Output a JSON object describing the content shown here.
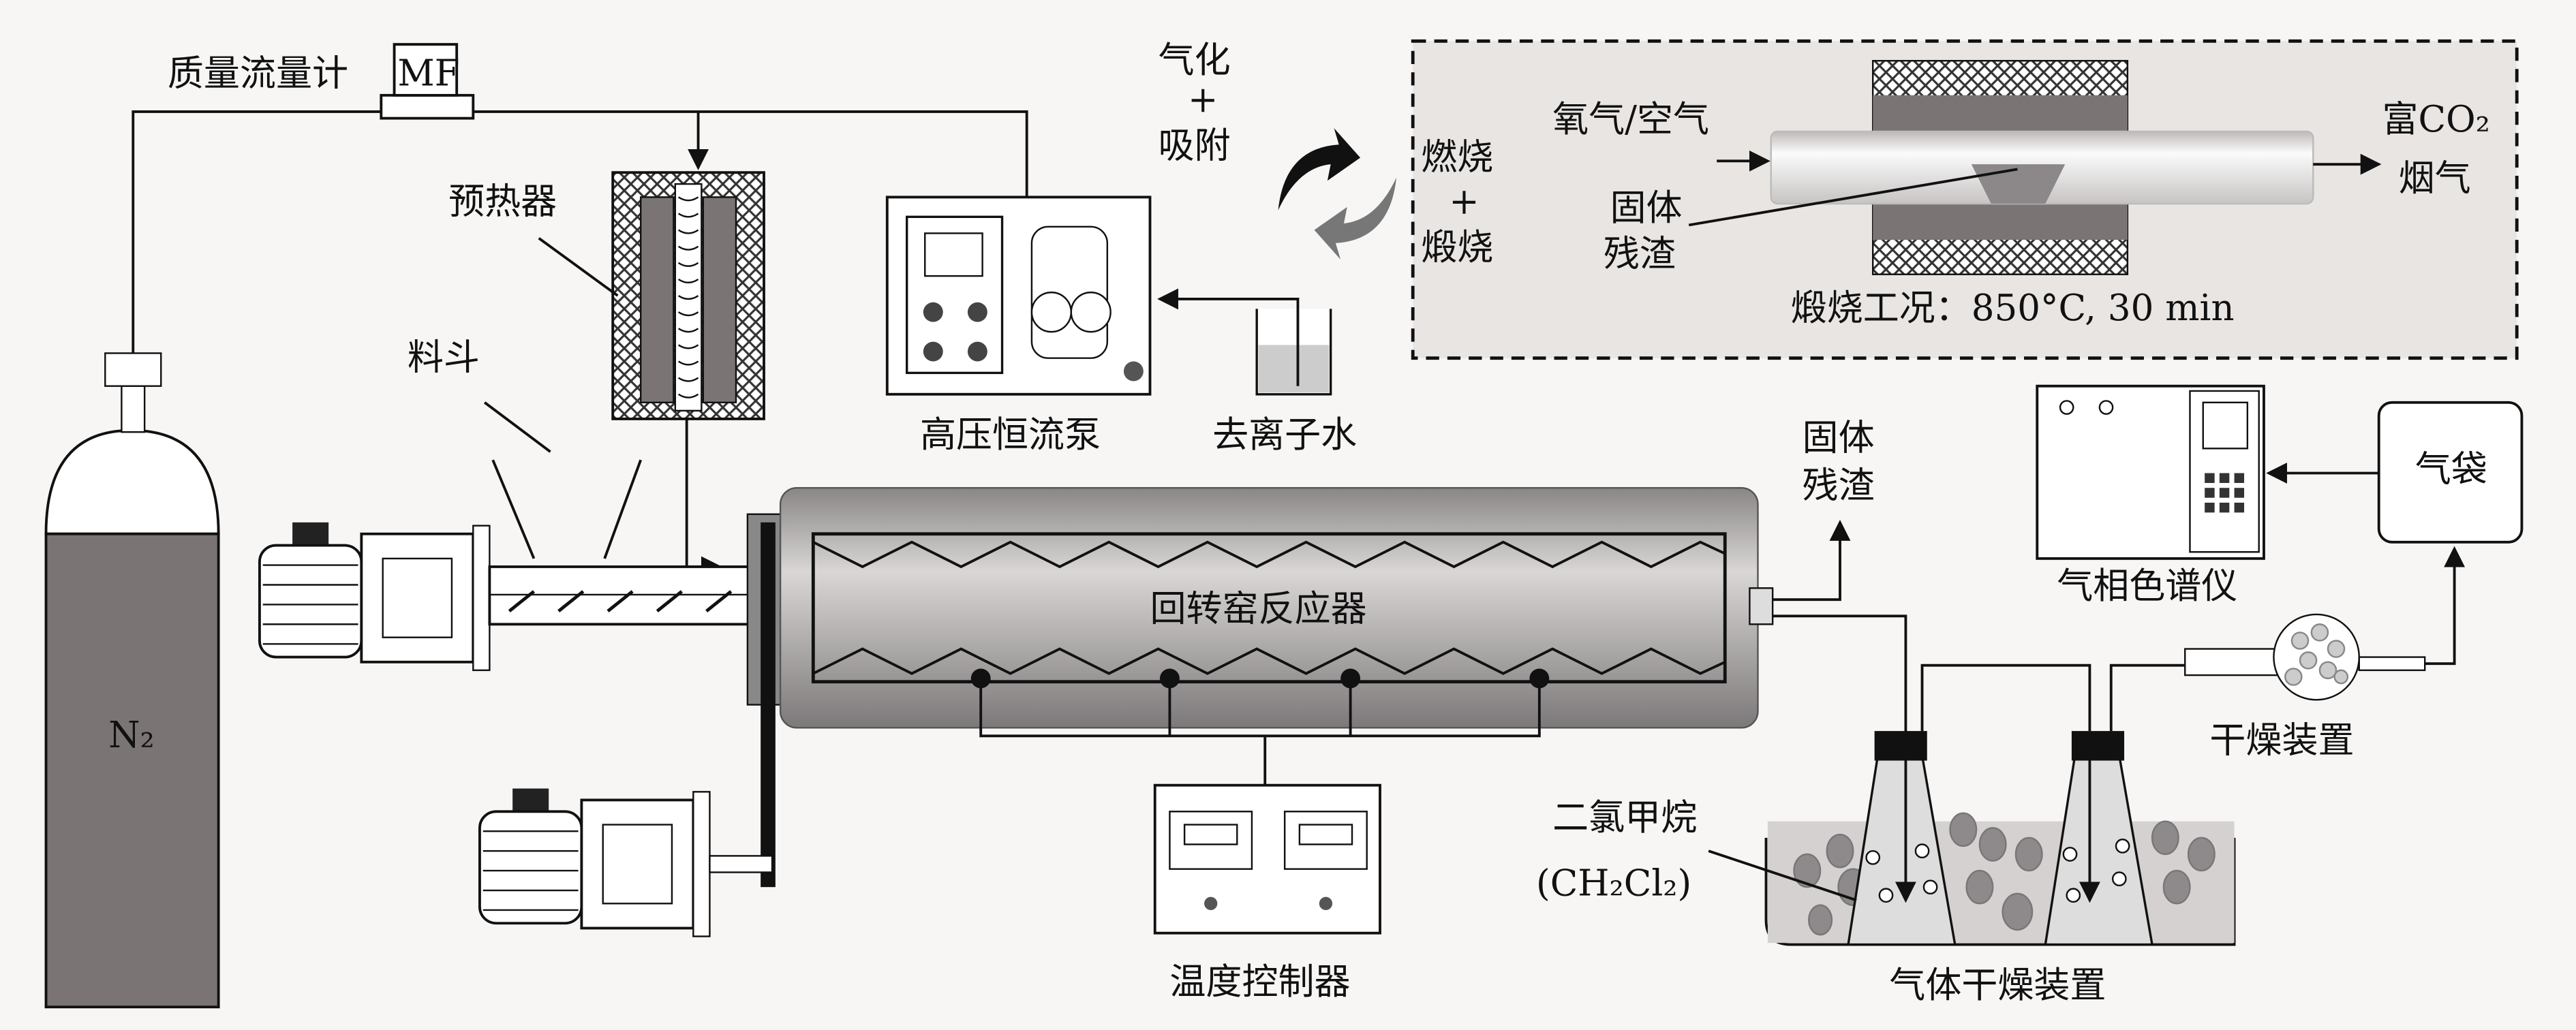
{
  "labels": {
    "mass_flow_meter": "质量流量计",
    "mf": "MF",
    "preheater": "预热器",
    "hopper": "料斗",
    "n2": "N₂",
    "gasify": "气化",
    "plus1": "+",
    "adsorb": "吸附",
    "pump": "高压恒流泵",
    "water": "去离子水",
    "reactor": "回转窑反应器",
    "temp_controller": "温度控制器",
    "solid_residue_1": "固体",
    "solid_residue_2": "残渣",
    "dcm": "二氯甲烷",
    "dcm_formula": "(CH₂Cl₂)",
    "gas_drying": "气体干燥装置",
    "dryer": "干燥装置",
    "gc": "气相色谱仪",
    "gas_bag": "气袋"
  },
  "inset": {
    "burn": "燃烧",
    "plus": "+",
    "calcine": "煅烧",
    "oxygen_air": "氧气/空气",
    "residue_1": "固体",
    "residue_2": "残渣",
    "co2_rich": "富CO₂",
    "flue_gas": "烟气",
    "condition": "煅烧工况：850°C, 30 min"
  },
  "colors": {
    "dark_gray": "#7a7475",
    "mid_gray": "#9c9798",
    "inset_bg": "#e8e5e3"
  }
}
